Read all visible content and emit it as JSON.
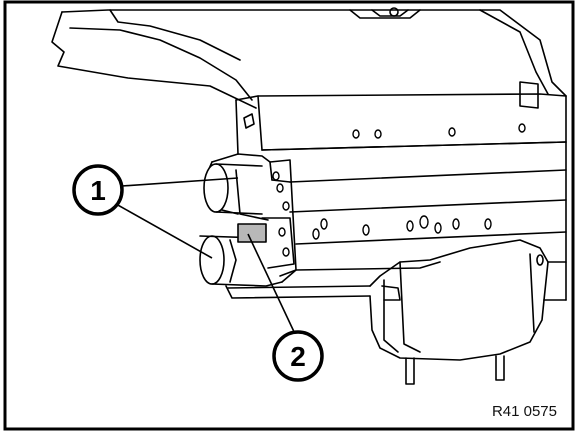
{
  "figure": {
    "reference_code": "R41 0575",
    "callouts": [
      {
        "number": "1"
      },
      {
        "number": "2"
      }
    ]
  }
}
